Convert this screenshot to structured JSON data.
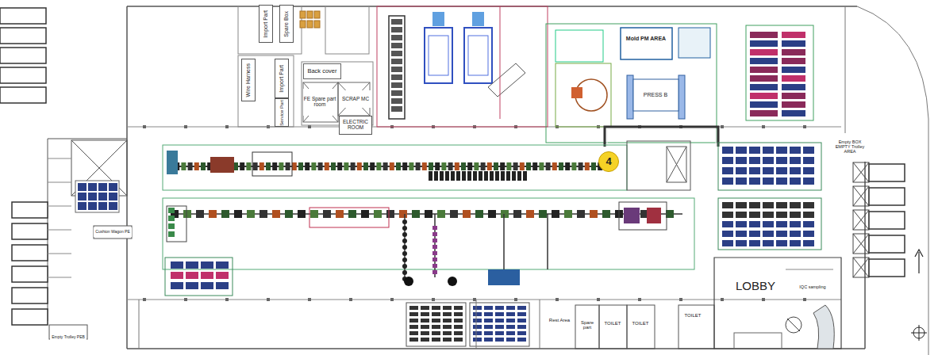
{
  "diagram": {
    "nodes": [
      {
        "text": [
          "Spare Box"
        ]
      },
      {
        "text": [
          "Import Part"
        ]
      },
      {
        "text": [
          "Wire Harness"
        ]
      },
      {
        "text": [
          "Import Part"
        ]
      },
      {
        "text": [
          "Service Part"
        ]
      },
      {
        "text": [
          "Back cover"
        ]
      },
      {
        "text": [
          "FE Spare part room"
        ]
      },
      {
        "text": [
          "SCRAP MC"
        ]
      },
      {
        "text": [
          "ELECTRIC ROOM"
        ]
      },
      {
        "text": [
          "Mold PM AREA"
        ]
      },
      {
        "text": [
          "PRESS B"
        ]
      },
      {
        "text": [
          "4"
        ]
      },
      {
        "text": [
          "Empty BOX EMPTY Trolley AREA"
        ]
      },
      {
        "text": [
          "LOBBY"
        ]
      },
      {
        "text": [
          "IQC sampling"
        ]
      },
      {
        "text": [
          "Rest Area"
        ]
      },
      {
        "text": [
          "TOILET"
        ]
      },
      {
        "text": [
          "TOILET"
        ]
      },
      {
        "text": [
          "TOILET"
        ]
      },
      {
        "text": [
          "Empty Trolley PEB"
        ]
      },
      {
        "text": [
          "Cushion Wagon PE"
        ]
      },
      {
        "text": [
          "Spare part"
        ]
      }
    ]
  }
}
